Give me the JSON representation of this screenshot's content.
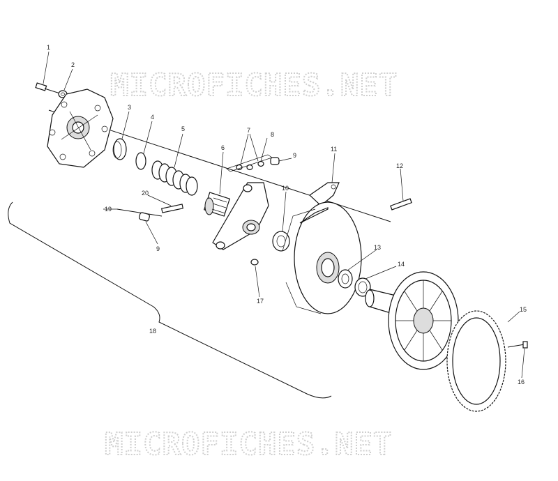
{
  "watermarks": {
    "top": "MICROFICHES.NET",
    "bottom": "MICROFICHES.NET"
  },
  "callouts": [
    {
      "id": "1",
      "text": "1"
    },
    {
      "id": "2",
      "text": "2"
    },
    {
      "id": "3",
      "text": "3"
    },
    {
      "id": "4",
      "text": "4"
    },
    {
      "id": "5",
      "text": "5"
    },
    {
      "id": "6",
      "text": "6"
    },
    {
      "id": "7",
      "text": "7"
    },
    {
      "id": "8",
      "text": "8"
    },
    {
      "id": "9a",
      "text": "9"
    },
    {
      "id": "9b",
      "text": "9"
    },
    {
      "id": "10",
      "text": "10"
    },
    {
      "id": "11",
      "text": "11"
    },
    {
      "id": "12",
      "text": "12"
    },
    {
      "id": "13",
      "text": "13"
    },
    {
      "id": "14",
      "text": "14"
    },
    {
      "id": "15",
      "text": "15"
    },
    {
      "id": "16",
      "text": "16"
    },
    {
      "id": "17",
      "text": "17"
    },
    {
      "id": "18",
      "text": "18"
    },
    {
      "id": "19",
      "text": "19"
    },
    {
      "id": "20",
      "text": "20"
    }
  ]
}
